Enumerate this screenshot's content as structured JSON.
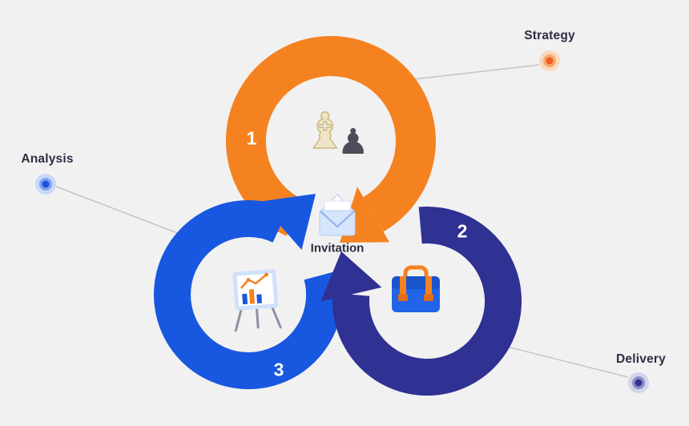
{
  "background": "#f2f1f1",
  "colors": {
    "strategy_orange": "#f58220",
    "analysis_blue": "#1857e0",
    "delivery_navy": "#2f3193",
    "label_text": "#2d2d44",
    "number_text": "#ffffff",
    "leader_line": "#c4c4c4"
  },
  "center": {
    "label": "Invitation",
    "icon": "envelope-icon"
  },
  "steps": [
    {
      "number": "1",
      "label": "Strategy",
      "color": "#f58220",
      "icon": "chess-pieces-icon",
      "marker": "orange-bullseye-dot"
    },
    {
      "number": "2",
      "label": "Delivery",
      "color": "#2f3193",
      "icon": "briefcase-icon",
      "marker": "navy-bullseye-dot"
    },
    {
      "number": "3",
      "label": "Analysis",
      "color": "#1857e0",
      "icon": "presentation-chart-icon",
      "marker": "blue-bullseye-dot"
    }
  ],
  "glyphs": {
    "chess_bishop": "♝",
    "chess_pawn": "♟"
  }
}
